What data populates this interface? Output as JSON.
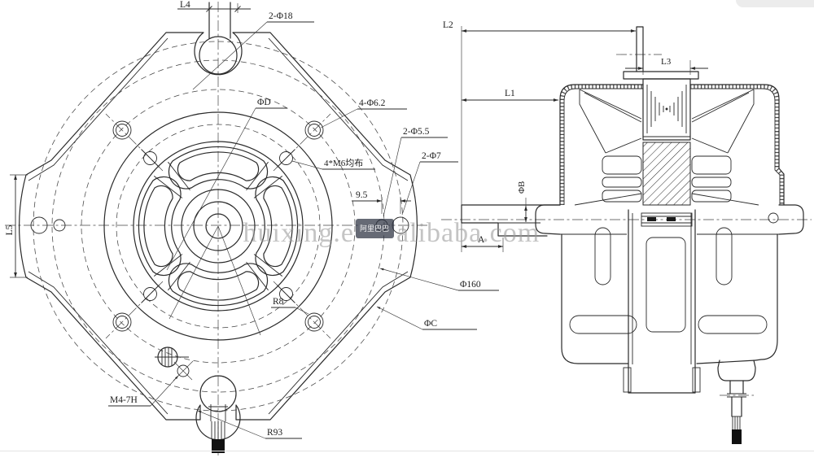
{
  "front": {
    "labels": {
      "l4": "L4",
      "phi18": "2-Φ18",
      "phiD": "ΦD",
      "phi62": "4-Φ6.2",
      "m6": "4*M6均布",
      "phi55": "2-Φ5.5",
      "phi7": "2-Φ7",
      "dim95": "9.5",
      "l5": "L5",
      "phi160": "Φ160",
      "r8": "R8",
      "phiC": "ΦC",
      "m47h": "M4-7H",
      "r93": "R93"
    }
  },
  "side": {
    "labels": {
      "l2": "L2",
      "l1": "L1",
      "l3": "L3",
      "phiB": "ΦB",
      "a": "A"
    }
  },
  "watermark": {
    "prefix": "huixing.e",
    "badge": "阿里巴巴",
    "suffix": "alibaba.com"
  },
  "colors": {
    "line": "#2a2a2a",
    "watermark": "#9a9a9a",
    "badge_bg": "#2b3140"
  }
}
